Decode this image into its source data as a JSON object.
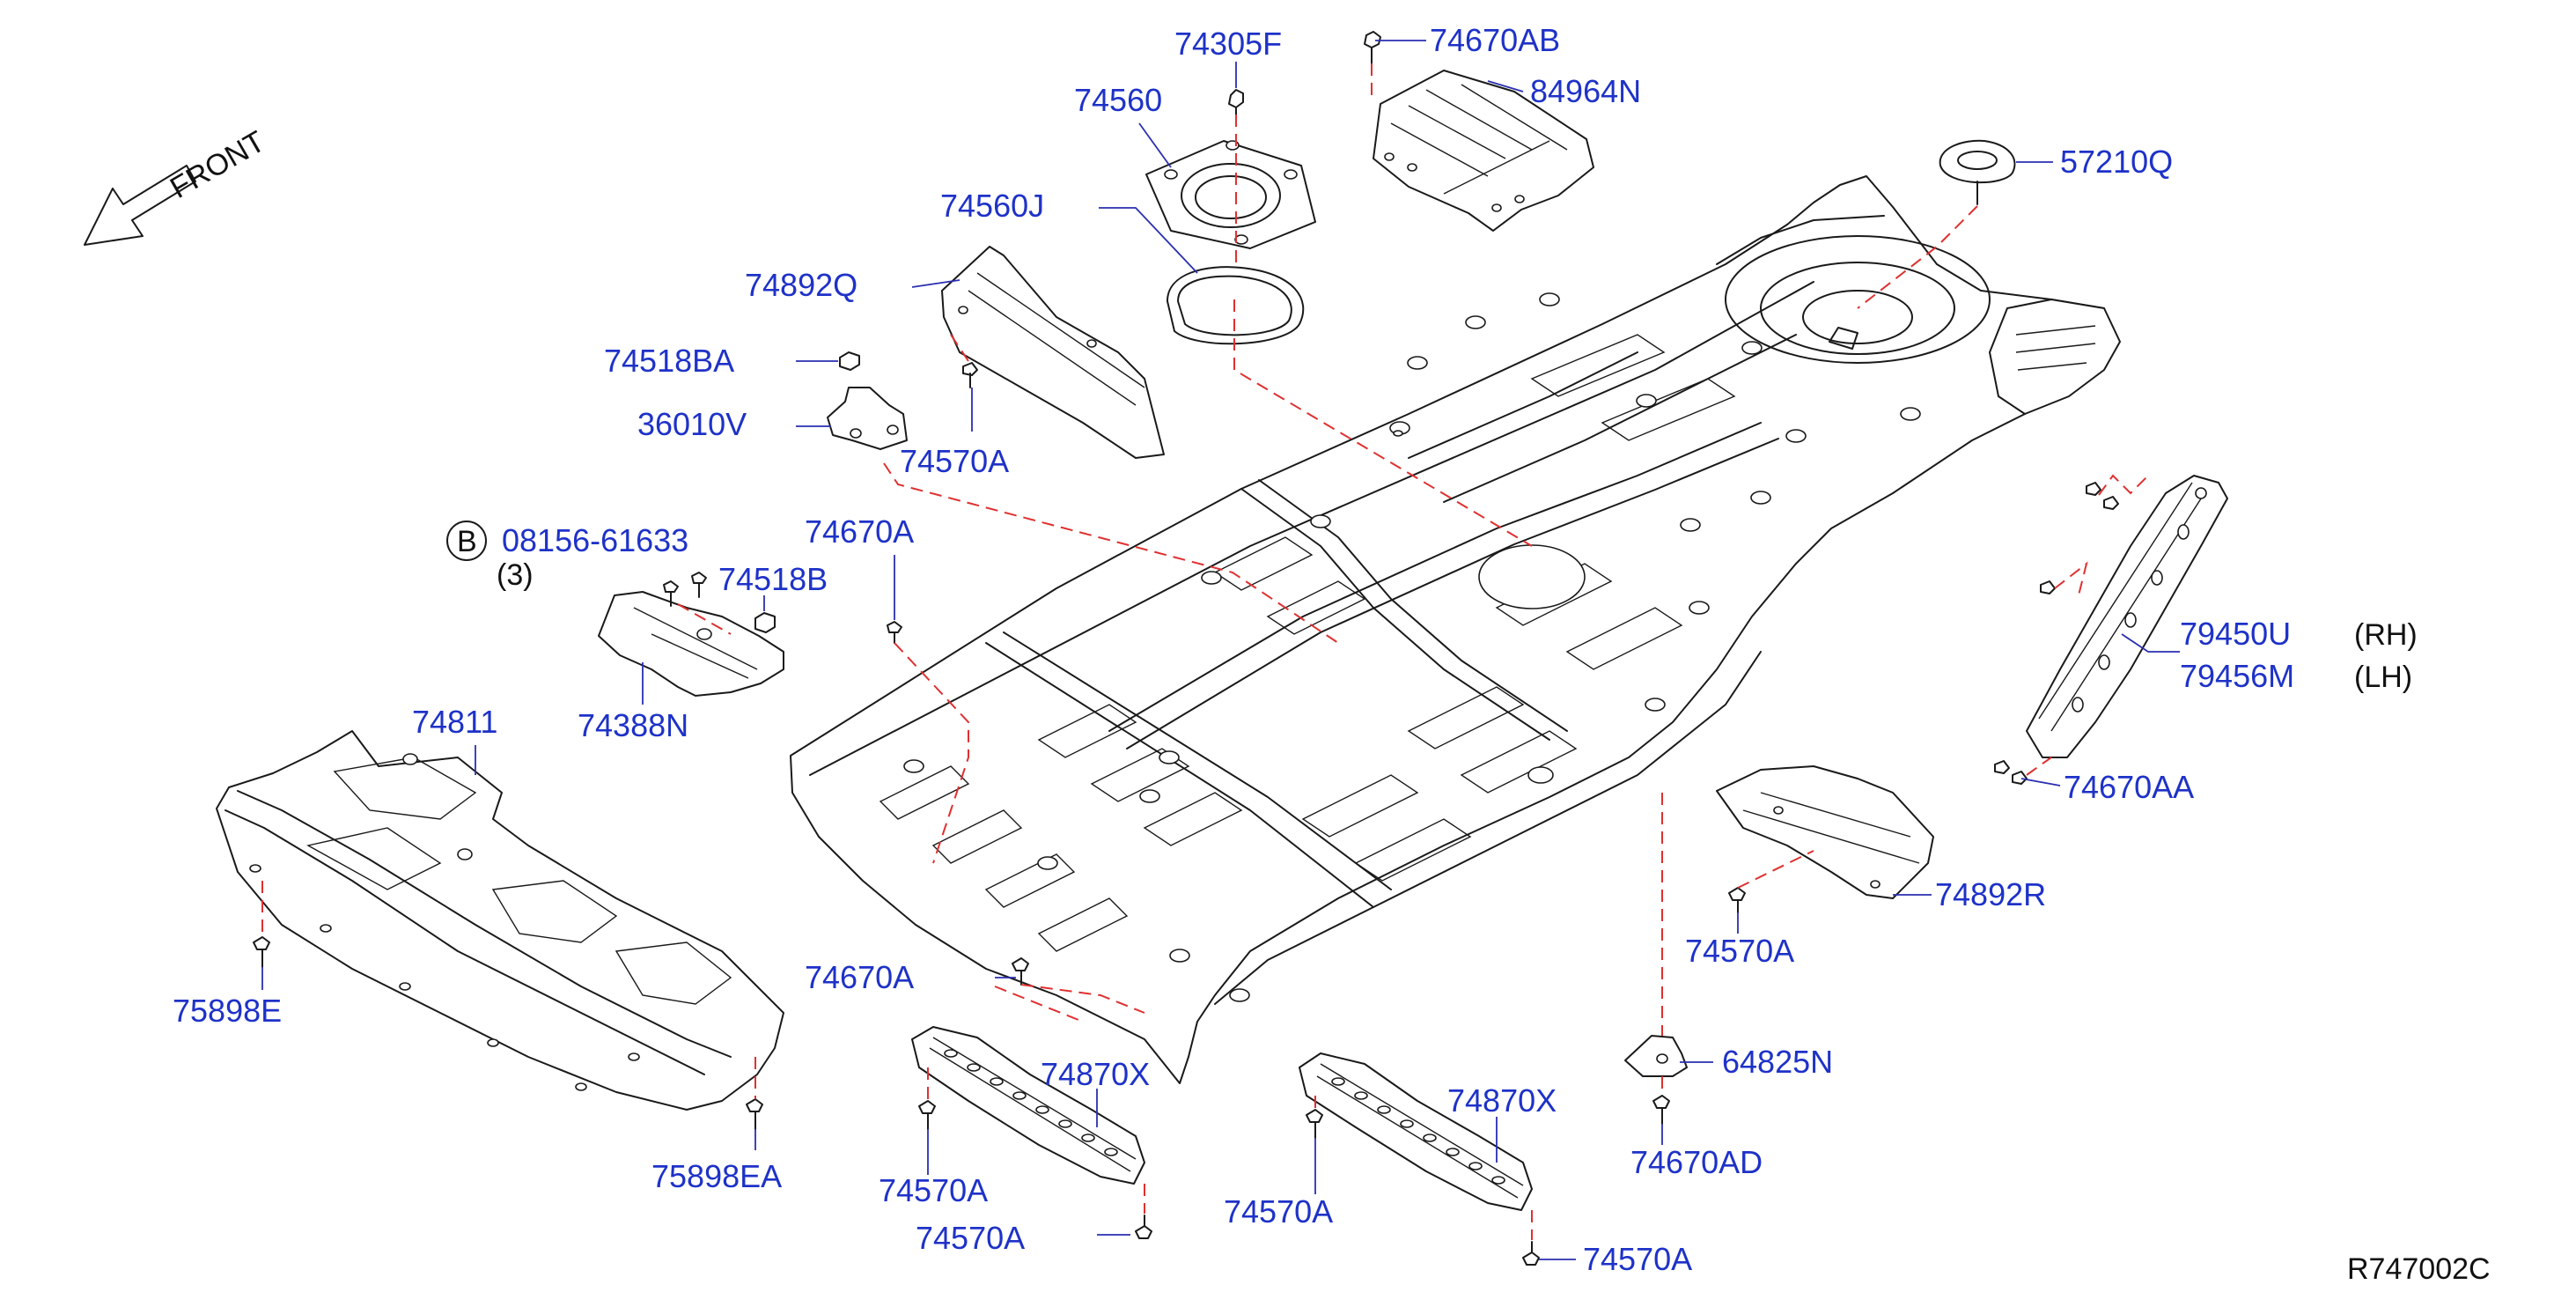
{
  "diagram_code": "R747002C",
  "front_label": "FRONT",
  "bolt_note": {
    "circle": "B",
    "part": "08156-61633",
    "qty": "(3)"
  },
  "side_notes": {
    "rh": "(RH)",
    "lh": "(LH)"
  },
  "labels": {
    "p74305F": "74305F",
    "p74670AB": "74670AB",
    "p84964N": "84964N",
    "p74560": "74560",
    "p57210Q": "57210Q",
    "p74560J": "74560J",
    "p74892Q": "74892Q",
    "p74518BA": "74518BA",
    "p36010V": "36010V",
    "p74570A_1": "74570A",
    "p74670A_1": "74670A",
    "p74518B": "74518B",
    "p74388N": "74388N",
    "p74811": "74811",
    "p79450U": "79450U",
    "p79456M": "79456M",
    "p74670AA": "74670AA",
    "p74892R": "74892R",
    "p74570A_2": "74570A",
    "p75898E": "75898E",
    "p74670A_2": "74670A",
    "p74870X_1": "74870X",
    "p64825N": "64825N",
    "p74870X_2": "74870X",
    "p74670AD": "74670AD",
    "p75898EA": "75898EA",
    "p74570A_3": "74570A",
    "p74570A_4": "74570A",
    "p74570A_5": "74570A",
    "p74570A_6": "74570A"
  },
  "colors": {
    "label": "#1e32c8",
    "dashed_leader": "#e03030",
    "line": "#1a1a1a"
  }
}
